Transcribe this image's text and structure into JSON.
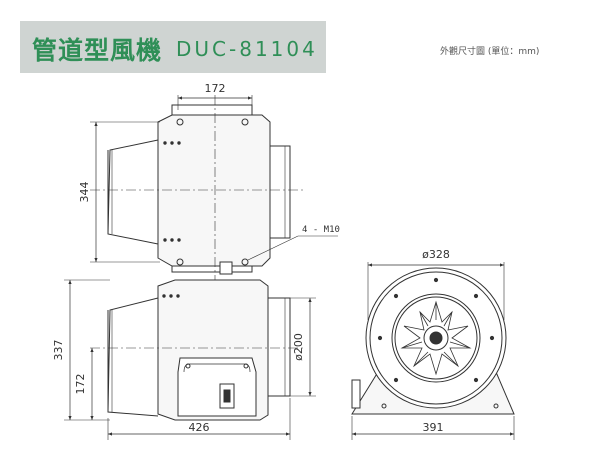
{
  "header": {
    "title": "管道型風機",
    "model": "DUC-81104",
    "accent_color": "#2f8f57",
    "box_color": "#cfd4d2"
  },
  "unit_note": "外觀尺寸圖 (單位：mm)",
  "dimensions": {
    "top_width": "172",
    "top_height": "344",
    "bolt_label": "4 - M10",
    "side_height": "337",
    "side_lower_height": "172",
    "side_length": "426",
    "inlet_diameter": "ø200",
    "front_diameter": "ø328",
    "front_width": "391"
  }
}
